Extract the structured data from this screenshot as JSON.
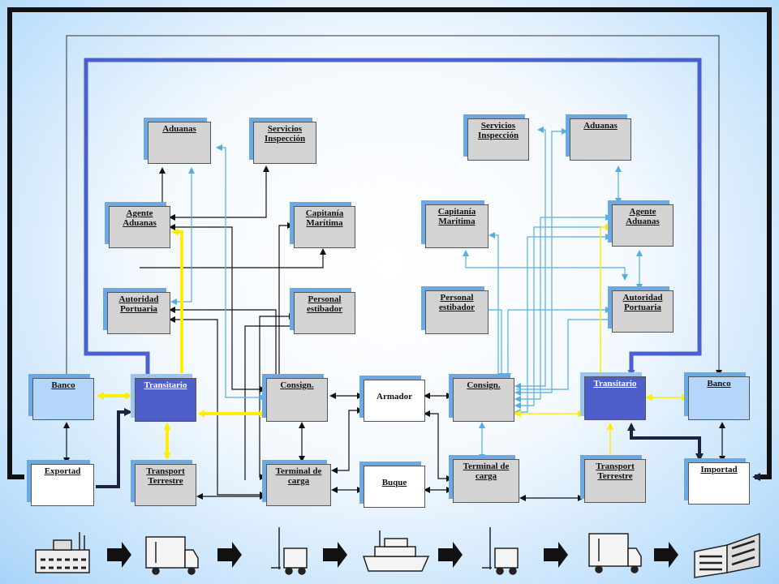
{
  "left": {
    "aduanas": "Aduanas",
    "servicios": "Servicios Inspección",
    "agente": "Agente Aduanas",
    "capitania": "Capitanía Marítima",
    "autoridad": "Autoridad Portuaria",
    "personal": "Personal estibador",
    "banco": "Banco",
    "transitario": "Transitario",
    "consign": "Consign.",
    "exportad": "Exportad",
    "transport": "Transport Terrestre",
    "terminal": "Terminal de carga"
  },
  "center": {
    "armador": "Armador",
    "buque": "Buque"
  },
  "right": {
    "servicios": "Servicios Inspección",
    "aduanas": "Aduanas",
    "capitania": "Capitanía Marítima",
    "agente": "Agente Aduanas",
    "personal": "Personal estibador",
    "autoridad": "Autoridad Portuaria",
    "consign": "Consign.",
    "transitario": "Transitario",
    "banco": "Banco",
    "terminal": "Terminal de carga",
    "transport": "Transport Terrestre",
    "importad": "Importad"
  },
  "colors": {
    "black": "#111111",
    "blue_frame": "#4a5fd0",
    "cyan": "#55aee0",
    "yellow": "#ffee00",
    "navy": "#1c2340"
  },
  "bottom_icons": [
    "factory-icon",
    "truck-icon",
    "forklift-icon",
    "ship-icon",
    "forklift-icon",
    "truck-icon",
    "building-icon"
  ]
}
